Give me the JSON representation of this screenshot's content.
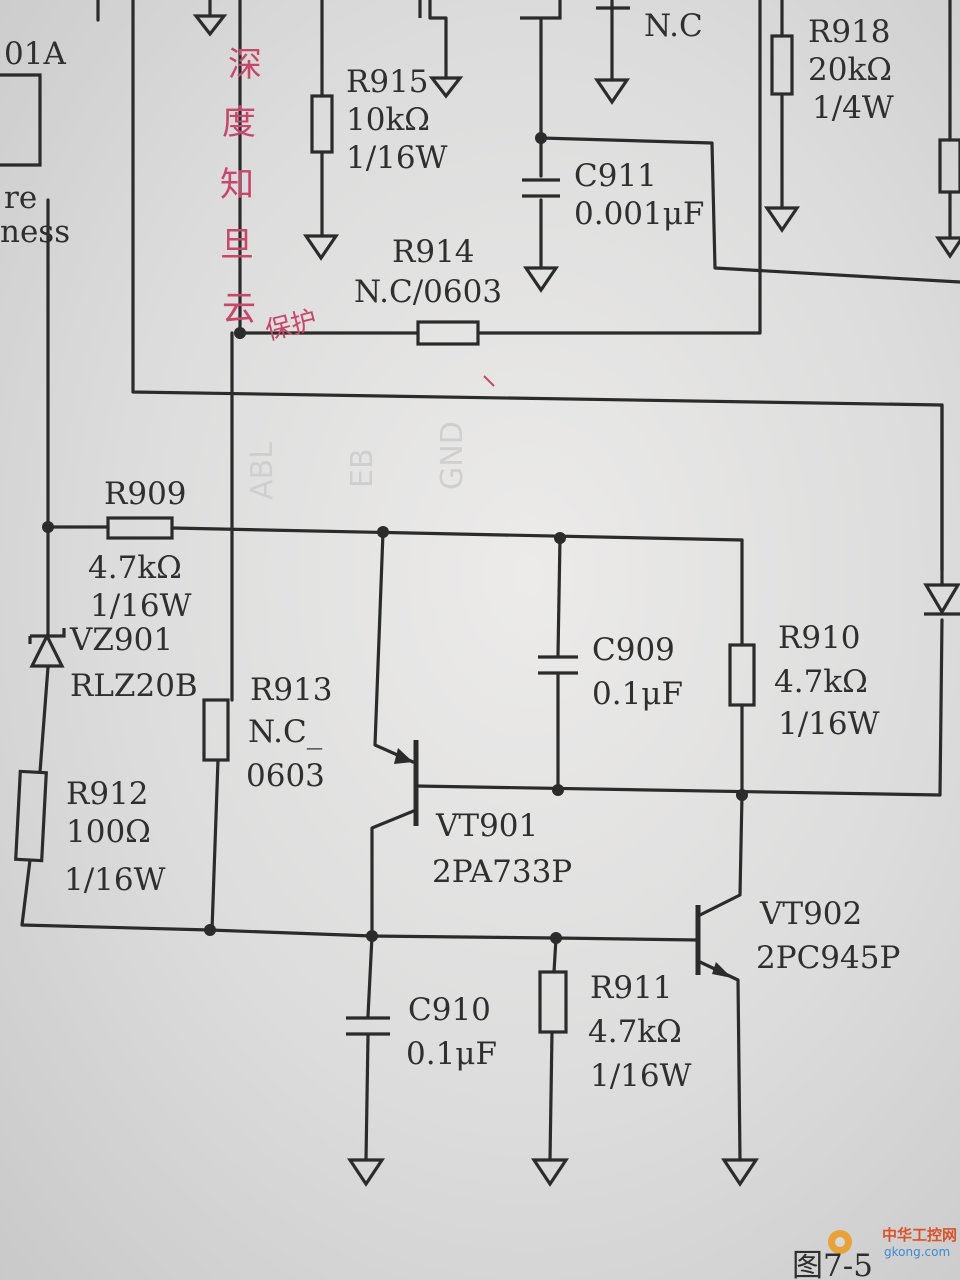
{
  "page_number_fragment": "01A",
  "side_text": [
    "re",
    "ness"
  ],
  "components": {
    "r915": {
      "ref": "R915",
      "value": "10kΩ",
      "power": "1/16W"
    },
    "r918": {
      "ref": "R918",
      "value": "20kΩ",
      "power": "1/4W"
    },
    "c911": {
      "ref": "C911",
      "value": "0.001μF"
    },
    "nc_top": {
      "value": "N.C"
    },
    "r914": {
      "ref": "R914",
      "value": "N.C/0603"
    },
    "r909": {
      "ref": "R909",
      "value": "4.7kΩ",
      "power": "1/16W"
    },
    "vz901": {
      "ref": "VZ901",
      "value": "RLZ20B"
    },
    "r913": {
      "ref": "R913",
      "value": "N.C_",
      "package": "0603"
    },
    "r912": {
      "ref": "R912",
      "value": "100Ω",
      "power": "1/16W"
    },
    "c909": {
      "ref": "C909",
      "value": "0.1μF"
    },
    "r910": {
      "ref": "R910",
      "value": "4.7kΩ",
      "power": "1/16W"
    },
    "vt901": {
      "ref": "VT901",
      "value": "2PA733P"
    },
    "vt902": {
      "ref": "VT902",
      "value": "2PC945P"
    },
    "c910": {
      "ref": "C910",
      "value": "0.1μF"
    },
    "r911": {
      "ref": "R911",
      "value": "4.7kΩ",
      "power": "1/16W"
    }
  },
  "faint_labels": [
    "ABL",
    "EB",
    "GND"
  ],
  "handwritten_note": [
    "深",
    "度",
    "知",
    "旦",
    "云",
    "保护"
  ],
  "figure_caption": "图7-5",
  "watermark": {
    "name": "中华工控网",
    "url": "gkong.com"
  },
  "colors": {
    "ink": "#2b2b2b",
    "paper": "#e4e3e2",
    "handwriting": "#c8466a"
  }
}
